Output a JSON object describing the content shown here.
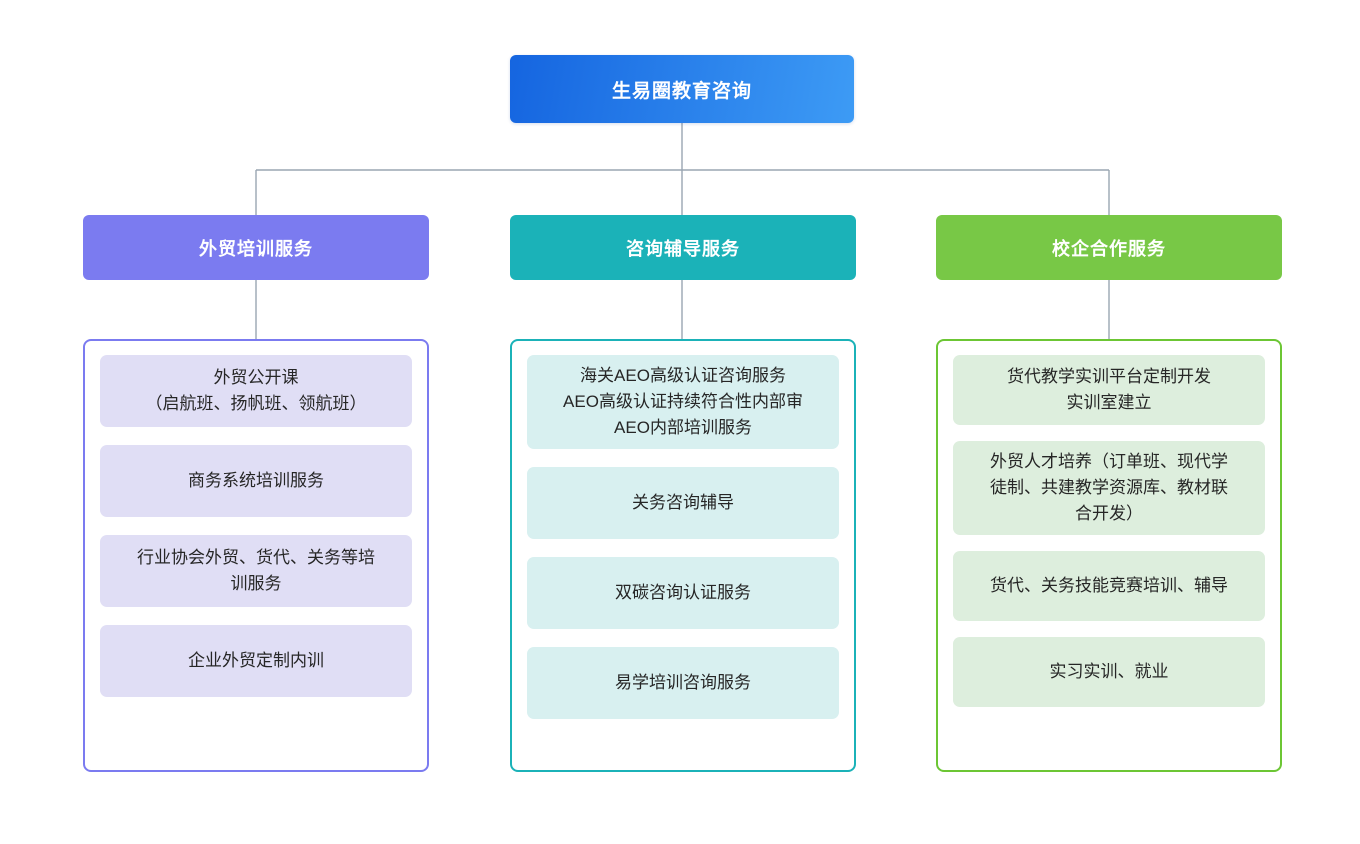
{
  "root": {
    "label": "生易圈教育咨询",
    "gradient_from": "#1565e0",
    "gradient_to": "#3d9bf5"
  },
  "connector": {
    "color": "#9aa6b2"
  },
  "branches": [
    {
      "id": "foreign-trade-training",
      "label": "外贸培训服务",
      "header_color": "#7b7bf0",
      "border_color": "#7b7bf0",
      "item_bg": "#e0def5",
      "items": [
        {
          "text": "外贸公开课\n（启航班、扬帆班、领航班）"
        },
        {
          "text": "商务系统培训服务"
        },
        {
          "text": "行业协会外贸、货代、关务等培\n训服务"
        },
        {
          "text": "企业外贸定制内训"
        }
      ]
    },
    {
      "id": "consulting-tutoring",
      "label": "咨询辅导服务",
      "header_color": "#1bb2b8",
      "border_color": "#1bb2b8",
      "item_bg": "#d8f0f0",
      "items": [
        {
          "text": "海关AEO高级认证咨询服务\nAEO高级认证持续符合性内部审\nAEO内部培训服务"
        },
        {
          "text": "关务咨询辅导"
        },
        {
          "text": "双碳咨询认证服务"
        },
        {
          "text": "易学培训咨询服务"
        }
      ]
    },
    {
      "id": "school-enterprise-cooperation",
      "label": "校企合作服务",
      "header_color": "#78c846",
      "border_color": "#6cc634",
      "item_bg": "#ddeedd",
      "items": [
        {
          "text": "货代教学实训平台定制开发\n实训室建立"
        },
        {
          "text": "外贸人才培养（订单班、现代学\n徒制、共建教学资源库、教材联\n合开发）"
        },
        {
          "text": "货代、关务技能竞赛培训、辅导"
        },
        {
          "text": "实习实训、就业"
        }
      ]
    }
  ]
}
